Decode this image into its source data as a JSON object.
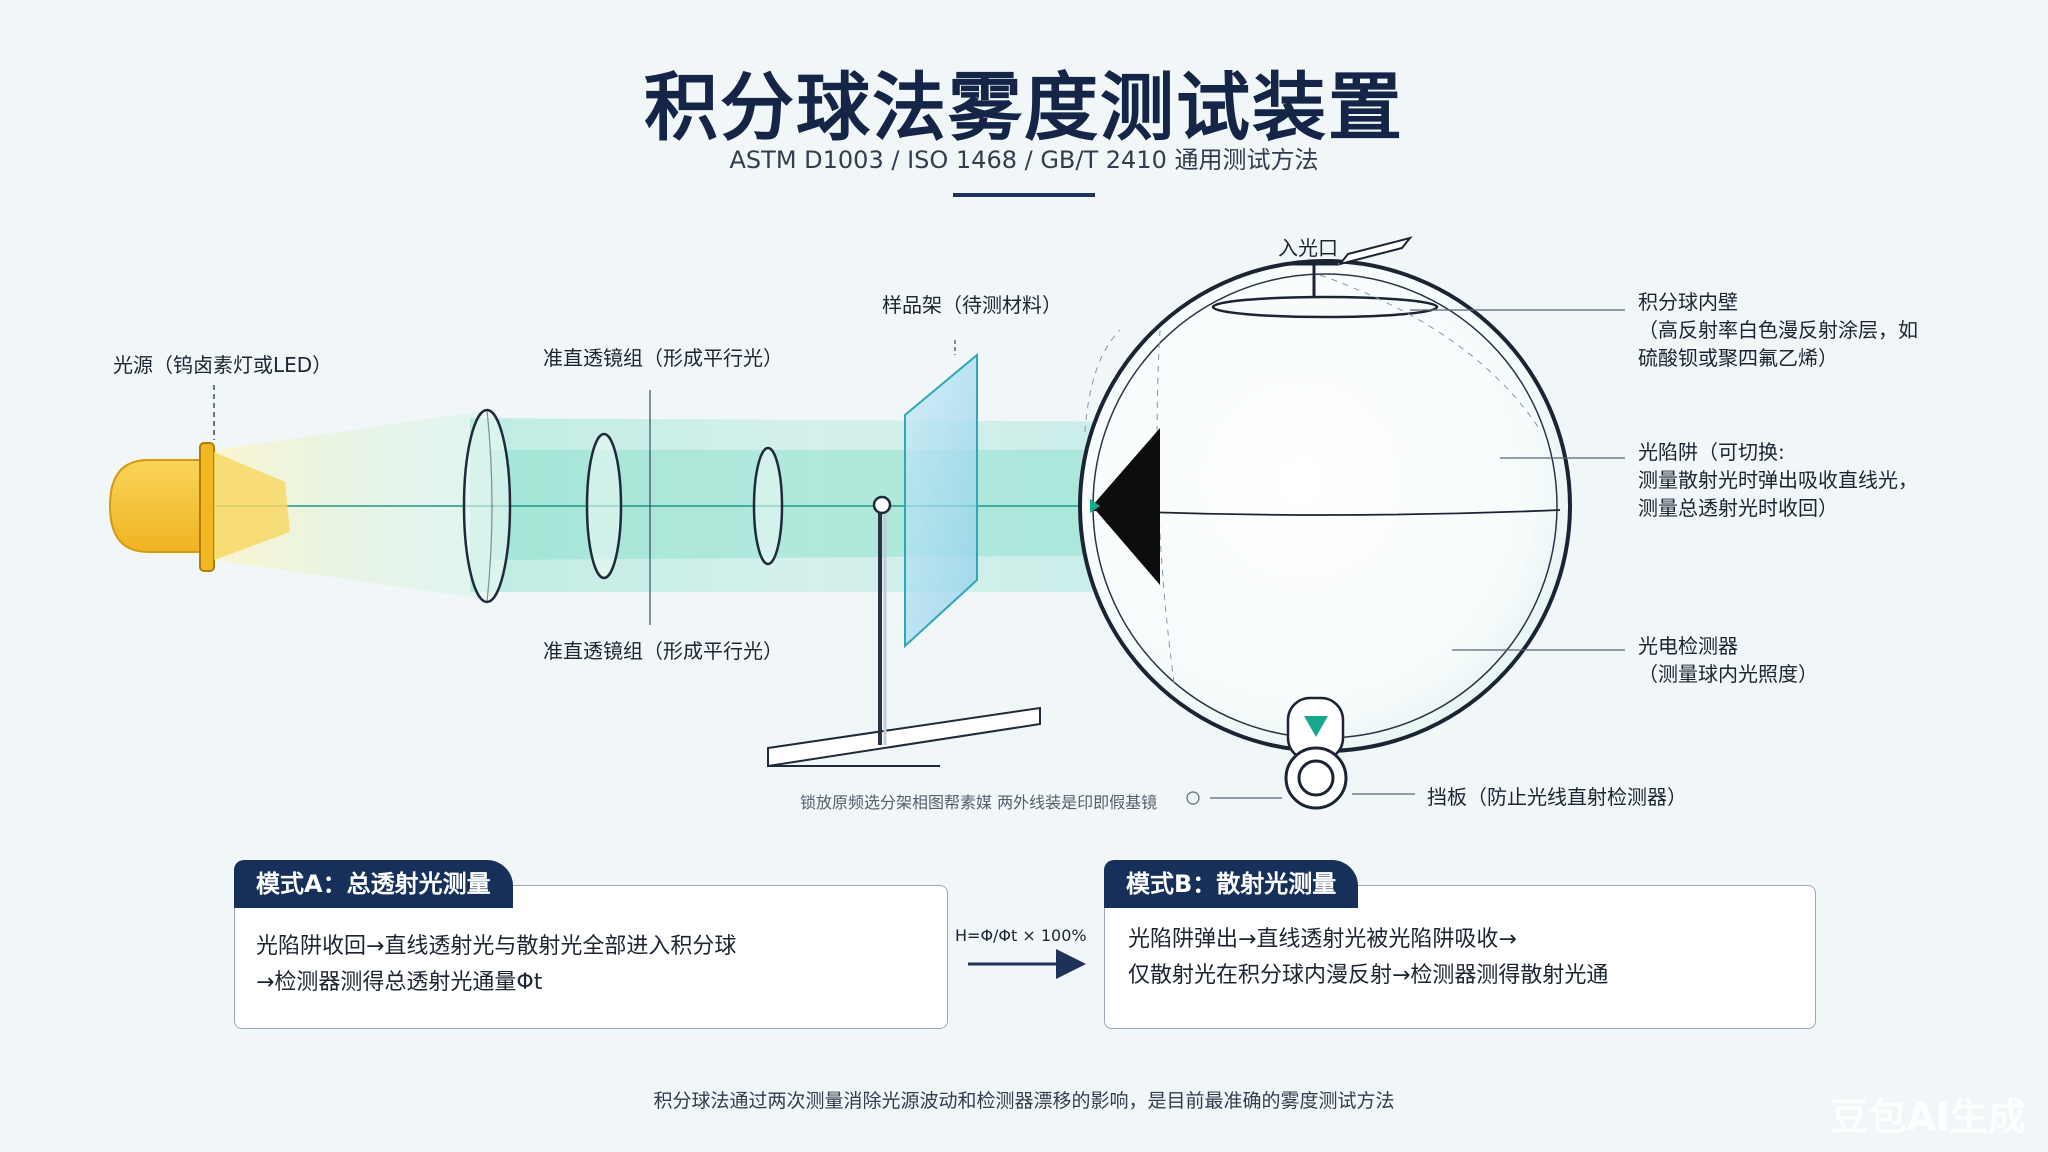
{
  "title": "积分球法雾度测试装置",
  "subtitle": "ASTM D1003 / ISO 1468 / GB/T 2410 通用测试方法",
  "labels": {
    "light_source": "光源（钨卤素灯或LED）",
    "collimator_top": "准直透镜组（形成平行光）",
    "collimator_bottom": "准直透镜组（形成平行光）",
    "sample_holder": "样品架（待测材料）",
    "entrance_port": "入光口",
    "sphere_wall": [
      "积分球内壁",
      "（高反射率白色漫反射涂层，如",
      "硫酸钡或聚四氟乙烯）"
    ],
    "light_trap": [
      "光陷阱（可切换:",
      "测量散射光时弹出吸收直线光，",
      "测量总透射光时收回）"
    ],
    "detector": [
      "光电检测器",
      "（测量球内光照度）"
    ],
    "baffle": "挡板（防止光线直射检测器）",
    "garbled_note": "锁放原频选分架相图帮素媒 两外线装是印即假基镜"
  },
  "mode_a": {
    "tab": "模式A：总透射光测量",
    "lines": [
      "光陷阱收回→直线透射光与散射光全部进入积分球",
      "→检测器测得总透射光通量Φt"
    ]
  },
  "mode_b": {
    "tab": "模式B：散射光测量",
    "lines": [
      "光陷阱弹出→直线透射光被光陷阱吸收→",
      "仅散射光在积分球内漫反射→检测器测得散射光通"
    ]
  },
  "formula": "H=Φ/Φt × 100%",
  "footer": "积分球法通过两次测量消除光源波动和检测器漂移的影响，是目前最准确的雾度测试方法",
  "watermark": "豆包AI生成",
  "colors": {
    "title": "#152547",
    "tab_bg": "#17305a",
    "beam": "#7fdcc6",
    "lamp": "#f5c431",
    "trap": "#0d0d0d",
    "accent_teal": "#17a78d"
  }
}
